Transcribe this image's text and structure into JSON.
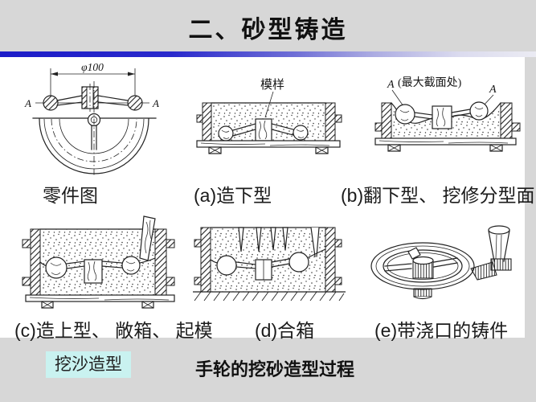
{
  "title": "二、砂型铸造",
  "figures": {
    "part": {
      "caption": "零件图",
      "dim": "φ100",
      "a_left": "A",
      "a_right": "A"
    },
    "a": {
      "caption": "(a)造下型",
      "callout": "模样"
    },
    "b": {
      "caption": "(b)翻下型、 挖修分型面",
      "a_left": "A",
      "note": "(最大截面处)",
      "a_right": "A"
    },
    "c": {
      "caption": "(c)造上型、 敞箱、 起模"
    },
    "d": {
      "caption": "(d)合箱"
    },
    "e": {
      "caption": "(e)带浇口的铸件"
    }
  },
  "footer": {
    "badge": "挖沙造型",
    "process": "手轮的挖砂造型过程"
  },
  "colors": {
    "slide_bg": "#d7d7d7",
    "content_bg": "#ffffff",
    "accent_blue": "#1c1cc8",
    "badge_bg": "#c9f2f0",
    "ink": "#1b1b1b"
  }
}
